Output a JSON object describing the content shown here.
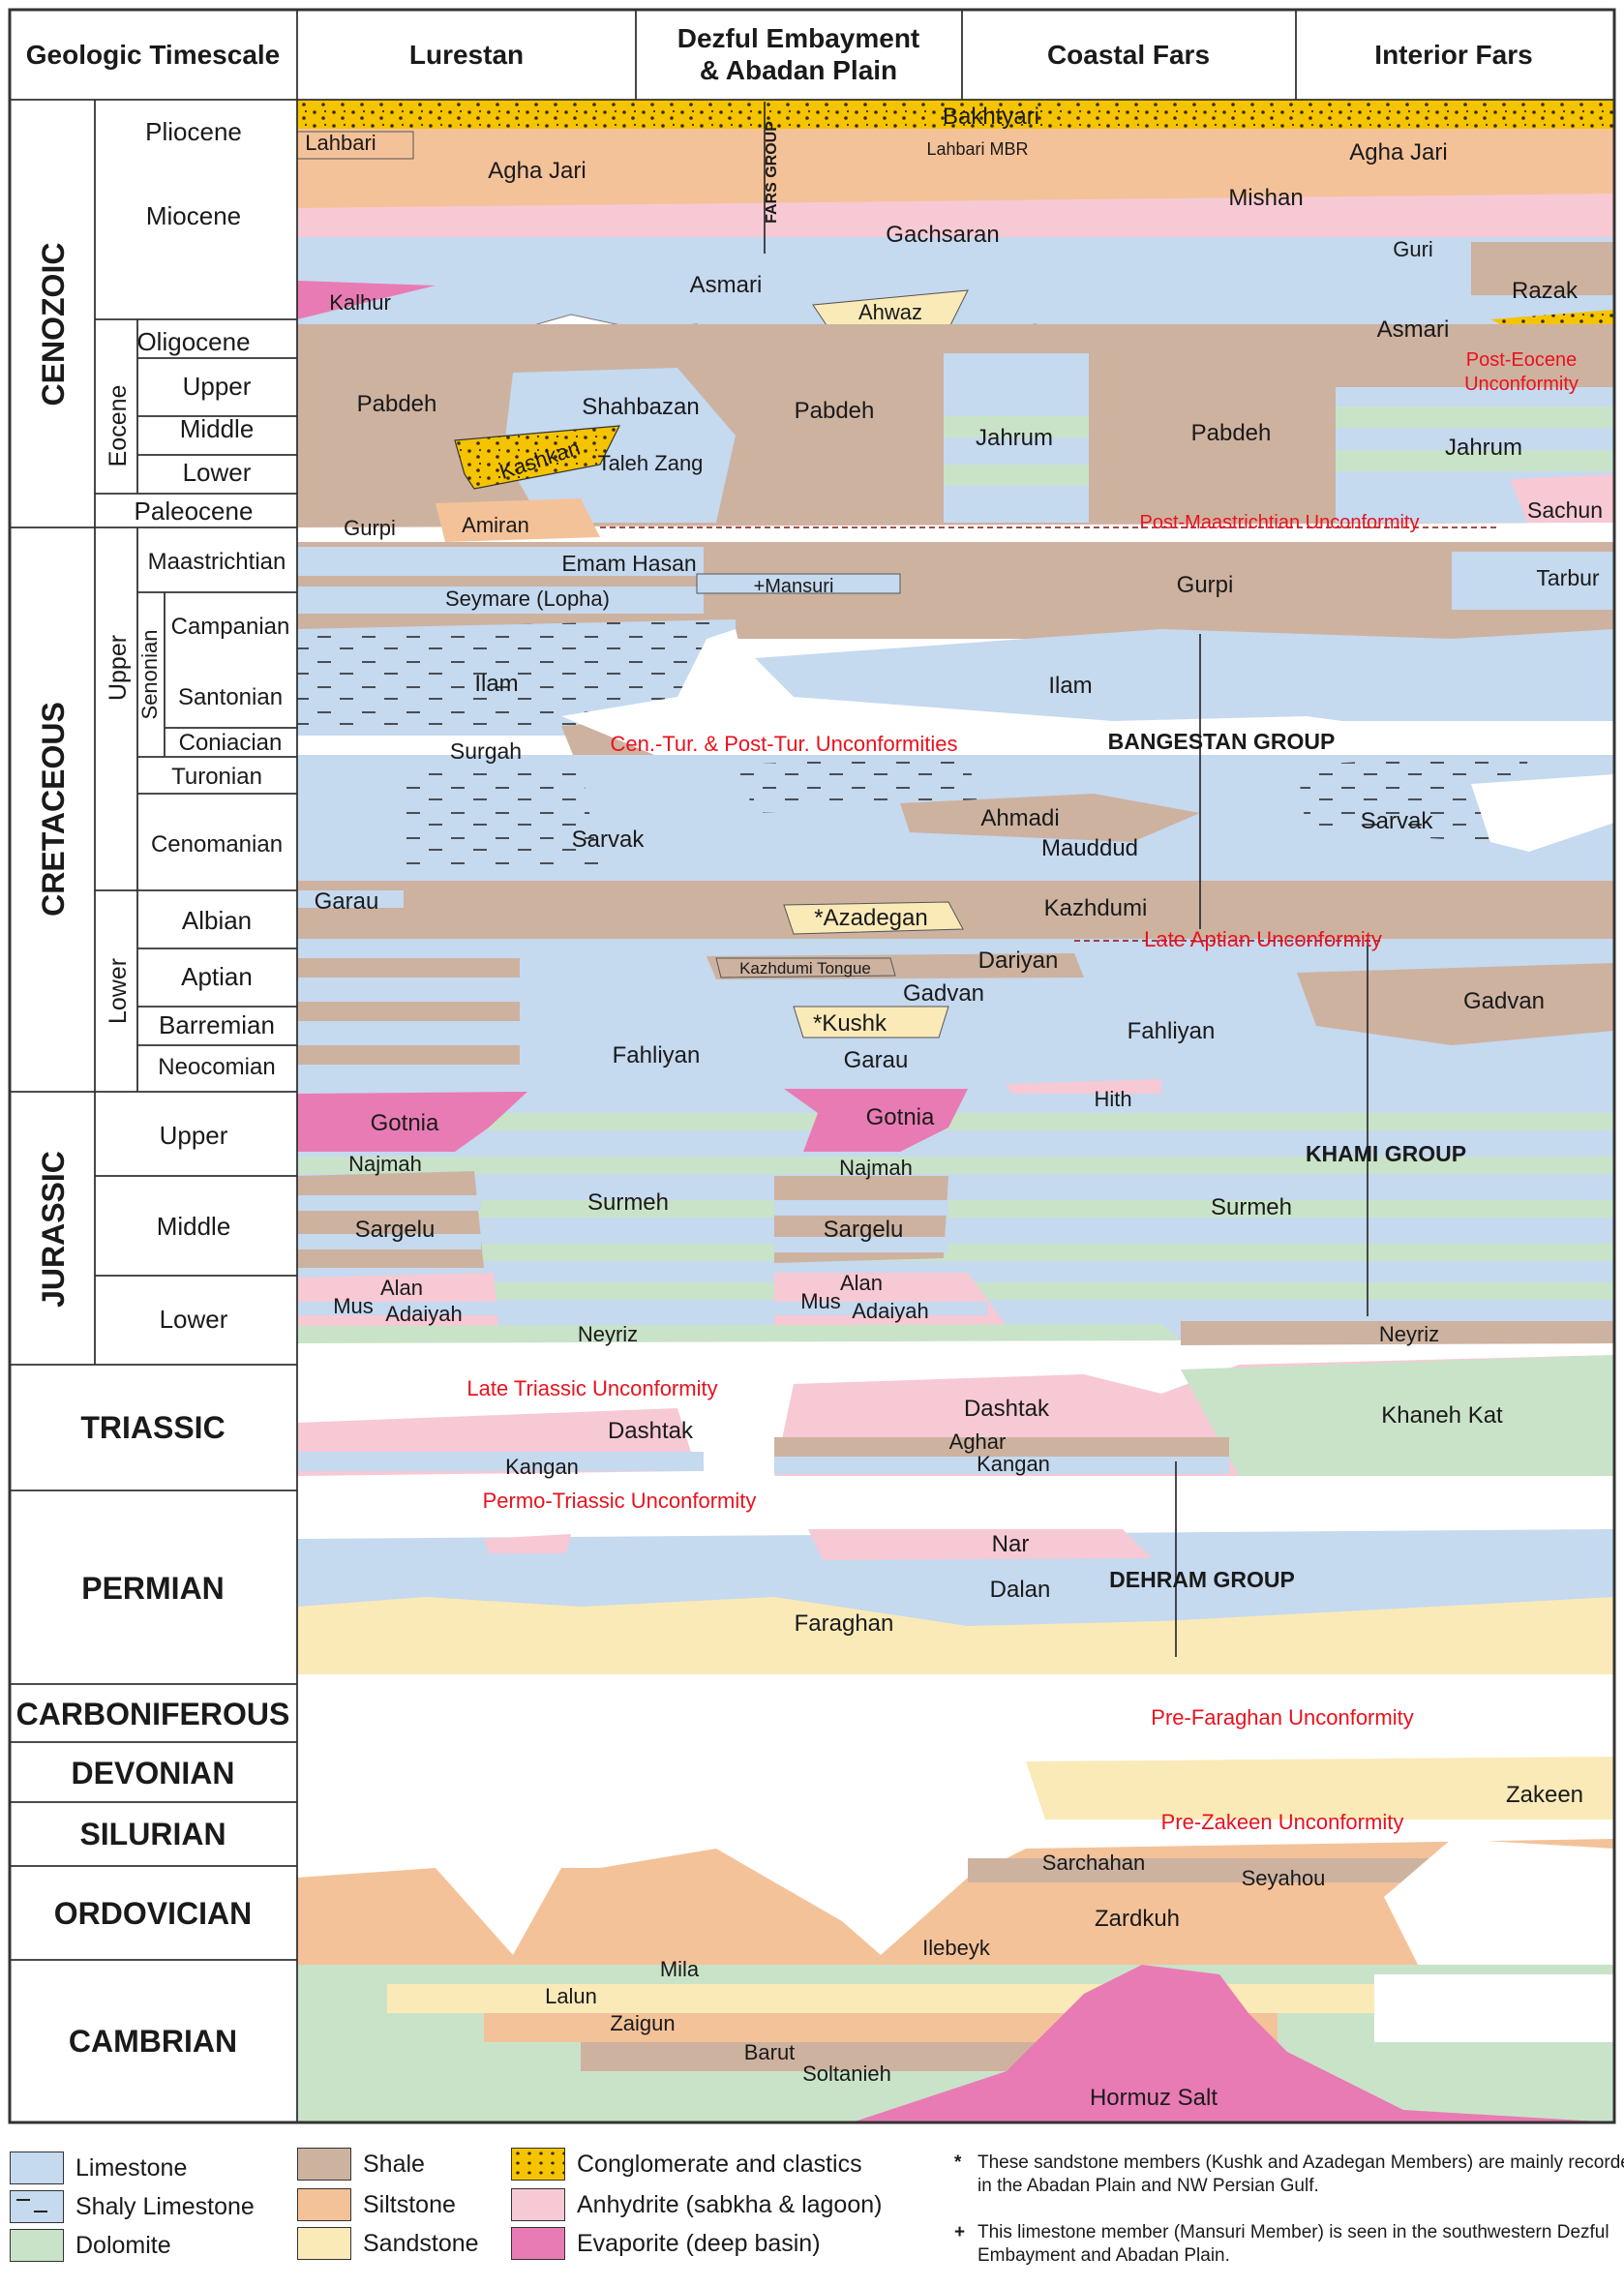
{
  "header": {
    "timescale": "Geologic Timescale",
    "regions": [
      "Lurestan",
      "Dezful Embayment\n& Abadan Plain",
      "Coastal Fars",
      "Interior Fars"
    ]
  },
  "eras": {
    "cenozoic": "CENOZOIC",
    "cretaceous": "CRETACEOUS",
    "jurassic": "JURASSIC",
    "triassic": "TRIASSIC",
    "permian": "PERMIAN",
    "carboniferous": "CARBONIFEROUS",
    "devonian": "DEVONIAN",
    "silurian": "SILURIAN",
    "ordovician": "ORDOVICIAN",
    "cambrian": "CAMBRIAN"
  },
  "subdivisions": {
    "eocene": "Eocene",
    "upper": "Upper",
    "lower": "Lower",
    "senonian": "Senonian"
  },
  "epochs": {
    "pliocene": "Pliocene",
    "miocene": "Miocene",
    "oligocene": "Oligocene",
    "eocene_upper": "Upper",
    "eocene_middle": "Middle",
    "eocene_lower": "Lower",
    "paleocene": "Paleocene",
    "maastrichtian": "Maastrichtian",
    "campanian": "Campanian",
    "santonian": "Santonian",
    "coniacian": "Coniacian",
    "turonian": "Turonian",
    "cenomanian": "Cenomanian",
    "albian": "Albian",
    "aptian": "Aptian",
    "barremian": "Barremian",
    "neocomian": "Neocomian",
    "jur_upper": "Upper",
    "jur_middle": "Middle",
    "jur_lower": "Lower"
  },
  "formations": {
    "bakhtyari": "Bakhtyari",
    "lahbari": "Lahbari",
    "lahbari_mbr": "Lahbari MBR",
    "agha_jari_w": "Agha Jari",
    "agha_jari_e": "Agha Jari",
    "fars_group": "FARS GROUP",
    "mishan": "Mishan",
    "gachsaran": "Gachsaran",
    "guri": "Guri",
    "razak": "Razak",
    "kalhur": "Kalhur",
    "asmari_w": "Asmari",
    "ahwaz": "Ahwaz",
    "asmari_e": "Asmari",
    "post_eocene": "Post-Eocene\nUnconformity",
    "pabdeh_1": "Pabdeh",
    "shahbazan": "Shahbazan",
    "pabdeh_2": "Pabdeh",
    "jahrum_1": "Jahrum",
    "pabdeh_3": "Pabdeh",
    "jahrum_2": "Jahrum",
    "kashkan": "Kashkan",
    "taleh_zang": "Taleh Zang",
    "sachun": "Sachun",
    "gurpi_w": "Gurpi",
    "amiran": "Amiran",
    "post_maastrichtian": "Post-Maastrichtian  Unconformity",
    "emam_hasan": "Emam Hasan",
    "mansuri": "+Mansuri",
    "gurpi_e": "Gurpi",
    "tarbur": "Tarbur",
    "seymare": "Seymare (Lopha)",
    "ilam_w": "Ilam",
    "ilam_e": "Ilam",
    "cen_tur": "Cen.-Tur. & Post-Tur. Unconformities",
    "bangestan": "BANGESTAN GROUP",
    "surgah": "Surgah",
    "ahmadi": "Ahmadi",
    "sarvak_w": "Sarvak",
    "sarvak_e": "Sarvak",
    "mauddud": "Mauddud",
    "garau_w": "Garau",
    "azadegan": "*Azadegan",
    "kazhdumi": "Kazhdumi",
    "late_aptian": "Late Aptian Unconformity",
    "kazhdumi_tongue": "Kazhdumi Tongue",
    "dariyan": "Dariyan",
    "gadvan_w": "Gadvan",
    "gadvan_e": "Gadvan",
    "kushk": "*Kushk",
    "fahliyan_w": "Fahliyan",
    "fahliyan_e": "Fahliyan",
    "garau_c": "Garau",
    "hith": "Hith",
    "gotnia_w": "Gotnia",
    "gotnia_c": "Gotnia",
    "najmah_w": "Najmah",
    "najmah_c": "Najmah",
    "khami": "KHAMI GROUP",
    "surmeh_w": "Surmeh",
    "surmeh_e": "Surmeh",
    "sargelu_w": "Sargelu",
    "sargelu_c": "Sargelu",
    "alan_w": "Alan",
    "mus_w": "Mus",
    "adaiyah_w": "Adaiyah",
    "alan_c": "Alan",
    "mus_c": "Mus",
    "adaiyah_c": "Adaiyah",
    "neyriz_w": "Neyriz",
    "neyriz_e": "Neyriz",
    "late_triassic": "Late Triassic Unconformity",
    "dashtak_w": "Dashtak",
    "dashtak_c": "Dashtak",
    "khaneh_kat": "Khaneh Kat",
    "aghar": "Aghar",
    "kangan_w": "Kangan",
    "kangan_c": "Kangan",
    "permo_triassic": "Permo-Triassic  Unconformity",
    "nar": "Nar",
    "dalan": "Dalan",
    "dehram": "DEHRAM GROUP",
    "faraghan": "Faraghan",
    "pre_faraghan": "Pre-Faraghan Unconformity",
    "zakeen": "Zakeen",
    "pre_zakeen": "Pre-Zakeen Unconformity",
    "sarchahan": "Sarchahan",
    "seyahou": "Seyahou",
    "zardkuh": "Zardkuh",
    "ilebeyk": "Ilebeyk",
    "mila": "Mila",
    "lalun": "Lalun",
    "zaigun": "Zaigun",
    "barut": "Barut",
    "soltanieh": "Soltanieh",
    "hormuz": "Hormuz Salt"
  },
  "colors": {
    "limestone": "#c5d9ef",
    "shale": "#cdb2a0",
    "dolomite": "#c9e3c8",
    "siltstone": "#f4c299",
    "sandstone": "#faeab8",
    "anhydrite": "#f6c9d4",
    "evaporite": "#e97bb4",
    "conglomerate": "#f5c400",
    "unconformity": "#ffffff",
    "red_text": "#e8121d"
  },
  "legend": [
    {
      "label": "Limestone",
      "swatch": "limestone"
    },
    {
      "label": "Shaly Limestone",
      "swatch": "shaly_limestone"
    },
    {
      "label": "Dolomite",
      "swatch": "dolomite"
    },
    {
      "label": "Shale",
      "swatch": "shale"
    },
    {
      "label": "Siltstone",
      "swatch": "siltstone"
    },
    {
      "label": "Sandstone",
      "swatch": "sandstone"
    },
    {
      "label": "Conglomerate and clastics",
      "swatch": "conglomerate"
    },
    {
      "label": "Anhydrite (sabkha & lagoon)",
      "swatch": "anhydrite"
    },
    {
      "label": "Evaporite (deep basin)",
      "swatch": "evaporite"
    }
  ],
  "notes": [
    {
      "mark": "*",
      "text": "These sandstone members (Kushk and Azadegan Members) are mainly recorded in the Abadan Plain and NW Persian Gulf."
    },
    {
      "mark": "+",
      "text": "This limestone member (Mansuri Member) is seen in the southwestern Dezful Embayment and Abadan Plain."
    }
  ]
}
